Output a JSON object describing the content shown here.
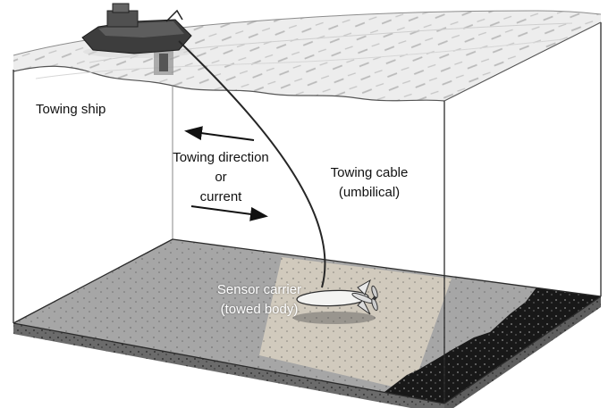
{
  "diagram": {
    "ship_label": "Towing ship",
    "direction_label": [
      "Towing direction",
      "or",
      "current"
    ],
    "cable_label": [
      "Towing cable",
      "(umbilical)"
    ],
    "body_label": [
      "Sensor carrier",
      "(towed body)"
    ]
  },
  "arrows": {
    "upper_direction": "left",
    "lower_direction": "right"
  },
  "colors": {
    "background": "#ffffff",
    "water_surface": "#ededed",
    "surface_hatch": "#b5b5b5",
    "outline": "#2b2b2b",
    "seafloor": "#a6a6a6",
    "sand_patch": "#d6cec0",
    "rocky_area": "#181818",
    "sediment_strip": "#6b6b6b",
    "ship_hull": "#3d3d3d",
    "towed_body": "#f4f4f2",
    "cable": "#262626",
    "label_dark": "#111111",
    "label_light": "#ffffff"
  }
}
